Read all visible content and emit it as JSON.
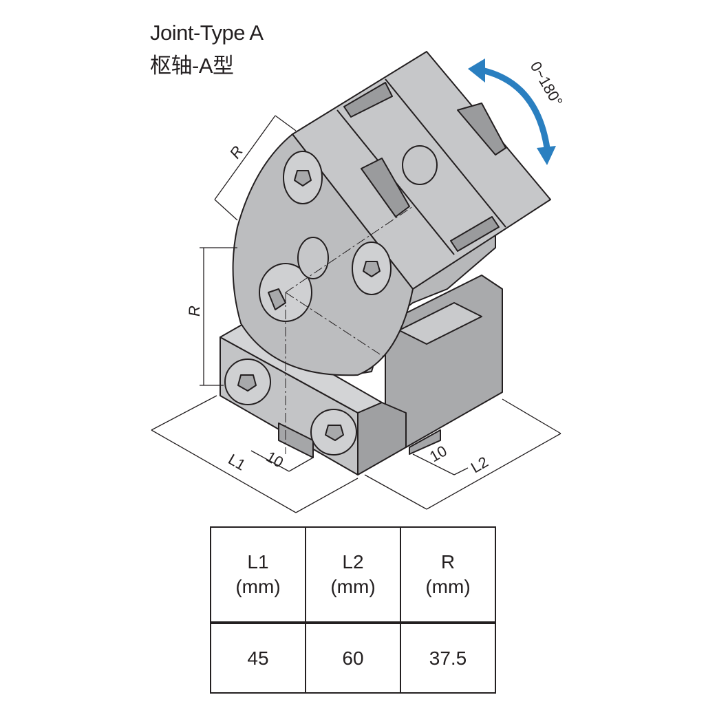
{
  "title": {
    "en": "Joint-Type A",
    "zh": "枢轴-A型"
  },
  "diagram": {
    "rotation_label": "0~180°",
    "dim_r_top": "R",
    "dim_r_side": "R",
    "dim_l1": "L1",
    "dim_l2": "L2",
    "dim_10_left": "10",
    "dim_10_right": "10",
    "colors": {
      "body": "#b9babc",
      "arrow": "#2a7fc0",
      "line": "#231f20"
    }
  },
  "table": {
    "headers": [
      {
        "name": "L1",
        "unit": "(mm)"
      },
      {
        "name": "L2",
        "unit": "(mm)"
      },
      {
        "name": "R",
        "unit": "(mm)"
      }
    ],
    "rows": [
      [
        "45",
        "60",
        "37.5"
      ]
    ]
  }
}
